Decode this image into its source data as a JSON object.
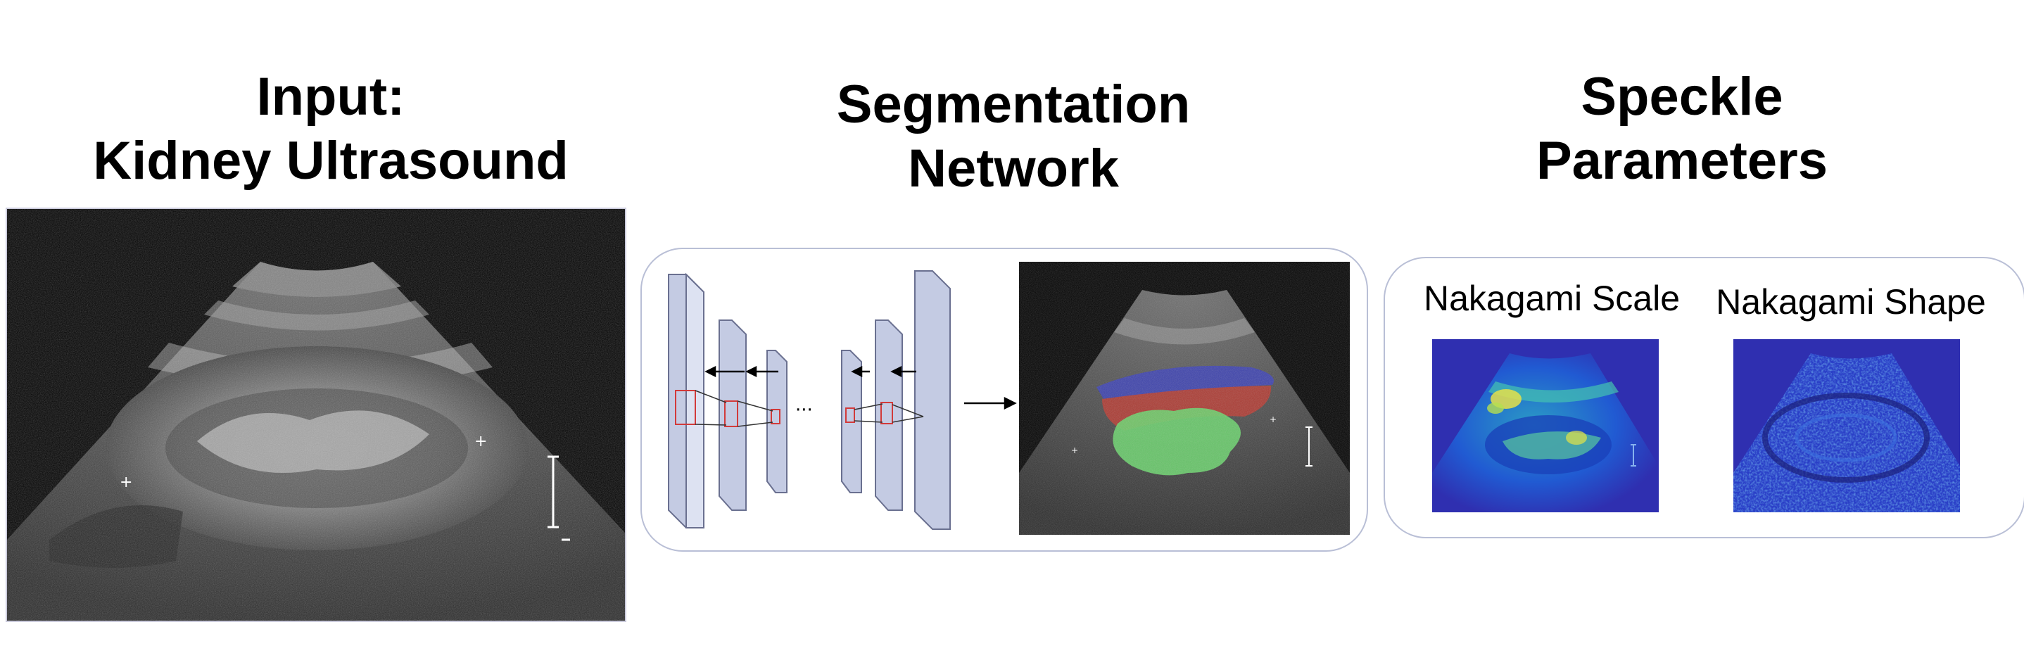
{
  "columns": [
    {
      "title_line1": "Input:",
      "title_line2": "Kidney Ultrasound"
    },
    {
      "title_line1": "Segmentation",
      "title_line2": "Network"
    },
    {
      "title_line1": "Speckle",
      "title_line2": "Parameters"
    }
  ],
  "network": {
    "ellipsis": "···"
  },
  "speckle": {
    "scale_label": "Nakagami Scale",
    "shape_label": "Nakagami Shape"
  },
  "colors": {
    "panel_border": "#b9bfd6",
    "slab_fill": "#c4cbe3",
    "kidney_green": "#68d36a",
    "cortex_red": "#b5372f",
    "capsule_blue": "#3a3fb5",
    "map_background": "#2f2fb0"
  }
}
